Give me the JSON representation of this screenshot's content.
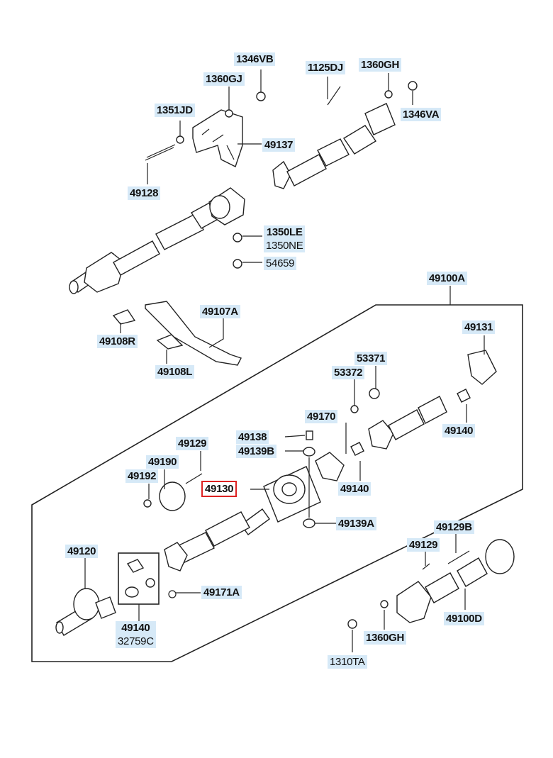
{
  "title": "Propeller Shaft Assembly",
  "selected_part": "49130",
  "labels": {
    "p1346VB": "1346VB",
    "p1360GJ": "1360GJ",
    "p1125DJ": "1125DJ",
    "p1360GH_top": "1360GH",
    "p1346VA": "1346VA",
    "p1351JD": "1351JD",
    "p49137": "49137",
    "p49128": "49128",
    "p1350LE": "1350LE",
    "p1350NE": "1350NE",
    "p54659": "54659",
    "p49100A": "49100A",
    "p49107A": "49107A",
    "p49108R": "49108R",
    "p49108L": "49108L",
    "p49131": "49131",
    "p53371": "53371",
    "p53372": "53372",
    "p49170": "49170",
    "p49140_right": "49140",
    "p49138": "49138",
    "p49139B": "49139B",
    "p49129_left": "49129",
    "p49190": "49190",
    "p49192": "49192",
    "p49130": "49130",
    "p49140_mid": "49140",
    "p49139A": "49139A",
    "p49120": "49120",
    "p49129B": "49129B",
    "p49129_right": "49129",
    "p49171A": "49171A",
    "p49140_kit": "49140",
    "p32759C": "32759C",
    "p49100D": "49100D",
    "p1360GH_bottom": "1360GH",
    "p1310TA": "1310TA"
  }
}
